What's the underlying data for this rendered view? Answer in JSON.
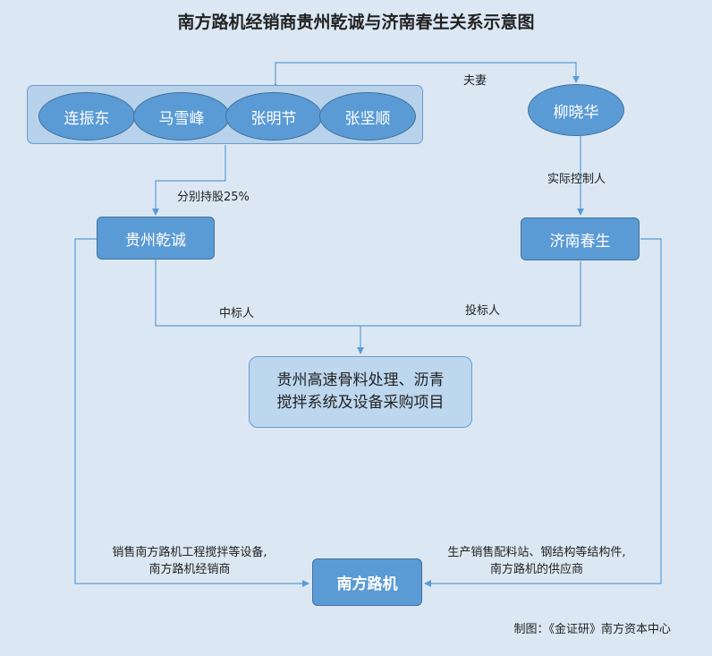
{
  "title": "南方路机经销商贵州乾诚与济南春生关系示意图",
  "shareholders": [
    "连振东",
    "马雪峰",
    "张明节",
    "张坚顺"
  ],
  "spouse": "柳晓华",
  "entities": {
    "qiancheng": "贵州乾诚",
    "chunsheng": "济南春生",
    "nanfang": "南方路机"
  },
  "project": {
    "line1": "贵州高速骨料处理、沥青",
    "line2": "搅拌系统及设备采购项目"
  },
  "edges": {
    "spouse": "夫妻",
    "shareholding": "分别持股25%",
    "controller": "实际控制人",
    "winner": "中标人",
    "bidder": "投标人",
    "dealer_line1": "销售南方路机工程搅拌等设备,",
    "dealer_line2": "南方路机经销商",
    "supplier_line1": "生产销售配料站、钢结构等结构件,",
    "supplier_line2": "南方路机的供应商"
  },
  "credit": "制图：《金证研》南方资本中心",
  "colors": {
    "background": "#dbe8f4",
    "node_fill": "#5b9bd5",
    "node_border": "#41719c",
    "group_fill": "#b7d2ea",
    "project_fill": "#bdd7ee",
    "line": "#5b9bd5"
  }
}
